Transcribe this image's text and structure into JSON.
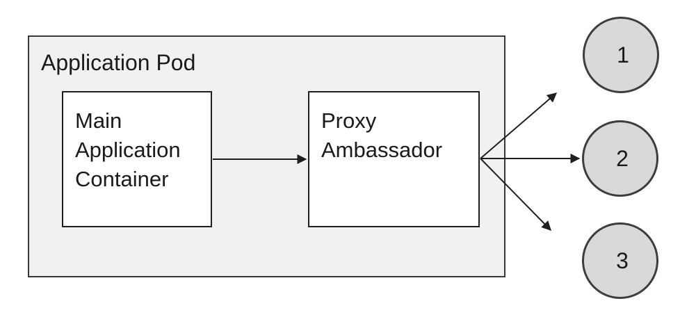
{
  "diagram": {
    "pod": {
      "label": "Application Pod"
    },
    "nodes": [
      {
        "id": "main-application-container",
        "label": "Main Application Container"
      },
      {
        "id": "proxy-ambassador",
        "label": "Proxy Ambassador"
      }
    ],
    "endpoints": [
      {
        "label": "1"
      },
      {
        "label": "2"
      },
      {
        "label": "3"
      }
    ],
    "connections": [
      {
        "from": "main-application-container",
        "to": "proxy-ambassador"
      },
      {
        "from": "proxy-ambassador",
        "to": "1"
      },
      {
        "from": "proxy-ambassador",
        "to": "2"
      },
      {
        "from": "proxy-ambassador",
        "to": "3"
      }
    ],
    "colors": {
      "pod_fill": "#f1f1f2",
      "pod_border": "#383838",
      "node_fill": "#ffffff",
      "node_border": "#1f1f1f",
      "endpoint_fill": "#d9d9d9",
      "endpoint_border": "#3d3d3d",
      "arrow": "#1f1f1f",
      "text": "#1a1a1a",
      "background": "#ffffff"
    }
  }
}
